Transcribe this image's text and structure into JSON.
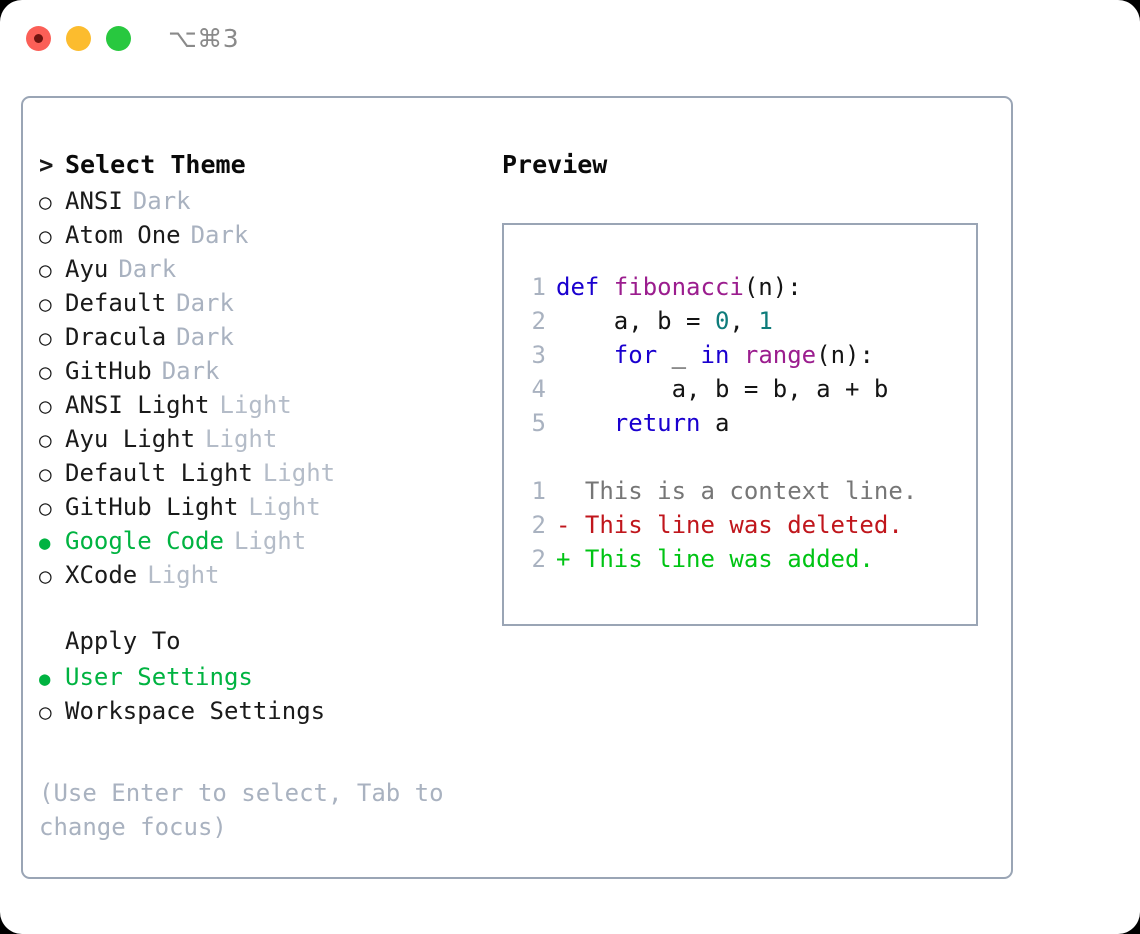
{
  "titlebar": {
    "shortcut": "⌥⌘3",
    "buttons": [
      {
        "name": "close",
        "color": "#FB5F57"
      },
      {
        "name": "minimize",
        "color": "#FCBC2E"
      },
      {
        "name": "maximize",
        "color": "#28C83F"
      }
    ]
  },
  "theme_picker": {
    "header": "> Select Theme",
    "header_prefix": ">",
    "header_label": "Select Theme",
    "items": [
      {
        "marker": "○",
        "label": "ANSI",
        "badge": "Dark",
        "selected": false
      },
      {
        "marker": "○",
        "label": "Atom One",
        "badge": "Dark",
        "selected": false
      },
      {
        "marker": "○",
        "label": "Ayu",
        "badge": "Dark",
        "selected": false
      },
      {
        "marker": "○",
        "label": "Default",
        "badge": "Dark",
        "selected": false
      },
      {
        "marker": "○",
        "label": "Dracula",
        "badge": "Dark",
        "selected": false
      },
      {
        "marker": "○",
        "label": "GitHub",
        "badge": "Dark",
        "selected": false
      },
      {
        "marker": "○",
        "label": "ANSI Light",
        "badge": "Light",
        "selected": false
      },
      {
        "marker": "○",
        "label": "Ayu Light",
        "badge": "Light",
        "selected": false
      },
      {
        "marker": "○",
        "label": "Default Light",
        "badge": "Light",
        "selected": false
      },
      {
        "marker": "○",
        "label": "GitHub Light",
        "badge": "Light",
        "selected": false
      },
      {
        "marker": "●",
        "label": "Google Code",
        "badge": "Light",
        "selected": true
      },
      {
        "marker": "○",
        "label": "XCode",
        "badge": "Light",
        "selected": false
      }
    ]
  },
  "apply_to": {
    "header": "Apply To",
    "items": [
      {
        "marker": "●",
        "label": "User Settings",
        "selected": true
      },
      {
        "marker": "○",
        "label": "Workspace Settings",
        "selected": false
      }
    ]
  },
  "hint": "(Use Enter to select, Tab to change focus)",
  "preview": {
    "title": "Preview",
    "code_lines": [
      {
        "no": "1",
        "tokens": [
          {
            "t": "def ",
            "c": "kw"
          },
          {
            "t": "fibonacci",
            "c": "fn"
          },
          {
            "t": "(n):",
            "c": "pl"
          }
        ]
      },
      {
        "no": "2",
        "tokens": [
          {
            "t": "    a, b = ",
            "c": "pl"
          },
          {
            "t": "0",
            "c": "num"
          },
          {
            "t": ", ",
            "c": "pl"
          },
          {
            "t": "1",
            "c": "num"
          }
        ]
      },
      {
        "no": "3",
        "tokens": [
          {
            "t": "    ",
            "c": "pl"
          },
          {
            "t": "for",
            "c": "kw"
          },
          {
            "t": " _ ",
            "c": "pl"
          },
          {
            "t": "in",
            "c": "kw"
          },
          {
            "t": " ",
            "c": "pl"
          },
          {
            "t": "range",
            "c": "fn"
          },
          {
            "t": "(n):",
            "c": "pl"
          }
        ]
      },
      {
        "no": "4",
        "tokens": [
          {
            "t": "        a, b = b, a + b",
            "c": "pl"
          }
        ]
      },
      {
        "no": "5",
        "tokens": [
          {
            "t": "    ",
            "c": "pl"
          },
          {
            "t": "return",
            "c": "kw"
          },
          {
            "t": " a",
            "c": "pl"
          }
        ]
      }
    ],
    "diff_lines": [
      {
        "no": "1",
        "tokens": [
          {
            "t": "  This is a context line.",
            "c": "ctx"
          }
        ]
      },
      {
        "no": "2",
        "tokens": [
          {
            "t": "- This line was deleted.",
            "c": "del"
          }
        ]
      },
      {
        "no": "2",
        "tokens": [
          {
            "t": "+ This line was added.",
            "c": "add"
          }
        ]
      }
    ]
  },
  "colors": {
    "accent_green": "#00B341",
    "badge_grey": "#A9B2C0",
    "border": "#9AA5B5",
    "keyword": "#1A00CF",
    "function": "#9B1D8E",
    "number": "#0E7C7B",
    "diff_deleted": "#C0161C",
    "diff_added": "#00C414",
    "diff_context": "#767676"
  }
}
